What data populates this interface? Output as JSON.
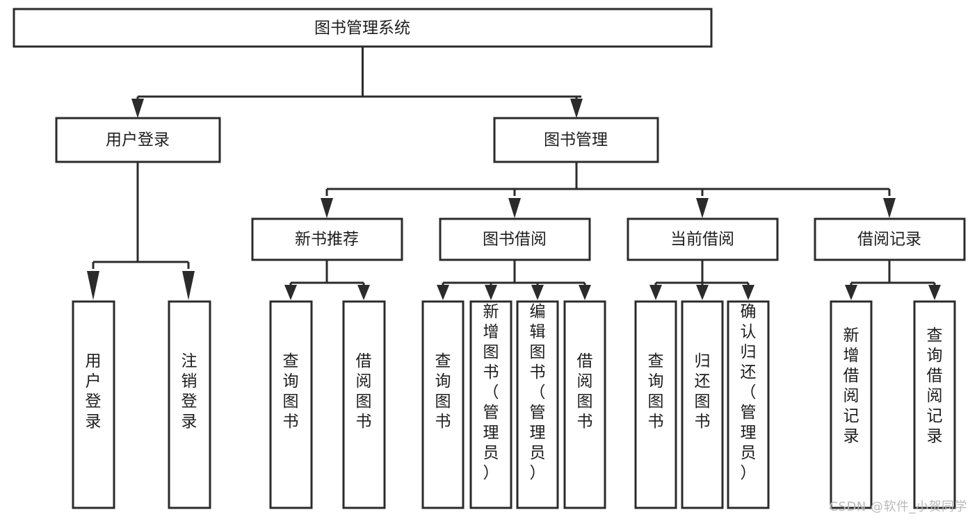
{
  "diagram": {
    "type": "hierarchy-tree",
    "title": "图书管理系统",
    "watermark": "CSDN @软件_小贺同学",
    "colors": {
      "box_stroke": "#2b2b2b",
      "box_fill": "#ffffff",
      "text": "#1d1d1d",
      "background": "#ffffff",
      "watermark": "#b9b9b9"
    },
    "levels": {
      "root": {
        "label": "图书管理系统"
      },
      "level2": [
        {
          "label": "用户登录"
        },
        {
          "label": "图书管理"
        }
      ],
      "level3": [
        {
          "label": "新书推荐"
        },
        {
          "label": "图书借阅"
        },
        {
          "label": "当前借阅"
        },
        {
          "label": "借阅记录"
        }
      ],
      "leaves": {
        "user_login": [
          {
            "label": "用户登录"
          },
          {
            "label": "注销登录"
          }
        ],
        "new_book_recommend": [
          {
            "label": "查询图书"
          },
          {
            "label": "借阅图书"
          }
        ],
        "book_borrow": [
          {
            "label": "查询图书"
          },
          {
            "label": "新增图书（管理员）"
          },
          {
            "label": "编辑图书（管理员）"
          },
          {
            "label": "借阅图书"
          }
        ],
        "current_borrow": [
          {
            "label": "查询图书"
          },
          {
            "label": "归还图书"
          },
          {
            "label": "确认归还（管理员）"
          }
        ],
        "borrow_record": [
          {
            "label": "新增借阅记录"
          },
          {
            "label": "查询借阅记录"
          }
        ]
      }
    }
  }
}
